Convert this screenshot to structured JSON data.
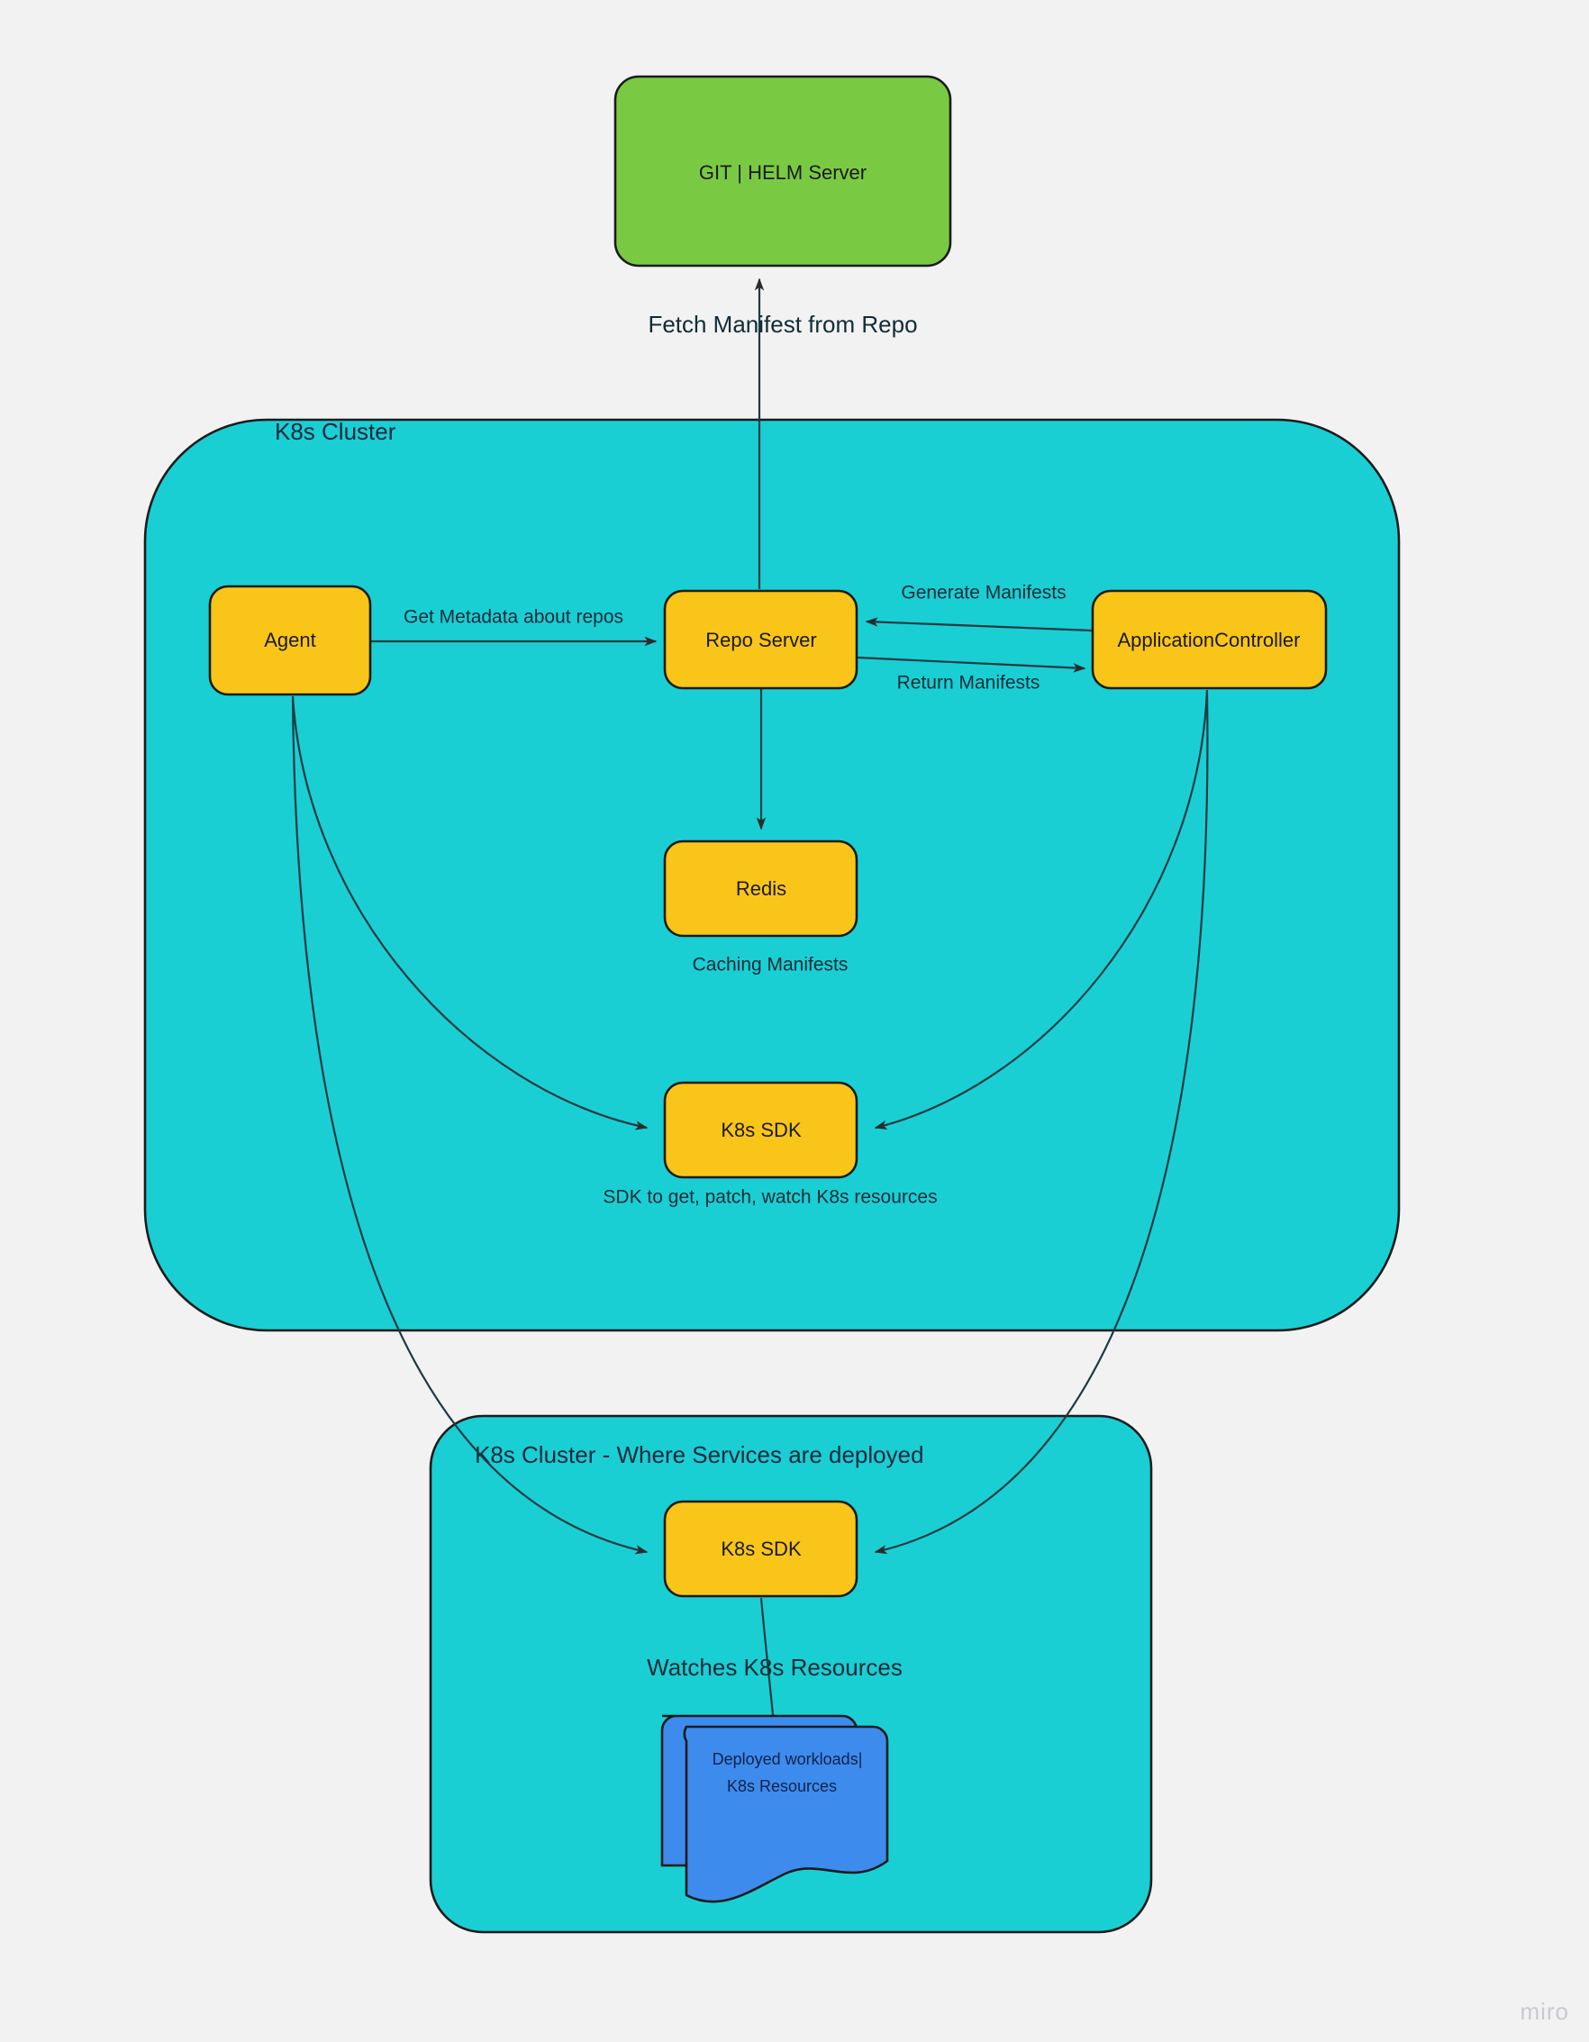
{
  "canvas": {
    "background": "#f2f2f2",
    "watermark": "miro"
  },
  "palette": {
    "git_server_fill": "#7ac943",
    "cluster_fill": "#19cfd4",
    "node_fill": "#f9c518",
    "workload_fill": "#3d8bed",
    "stroke": "#1b1b1b",
    "edge_stroke": "#1d3b42",
    "text": "#132b36"
  },
  "nodes": {
    "git_helm_server": {
      "label": "GIT | HELM Server"
    },
    "agent": {
      "label": "Agent"
    },
    "repo_server": {
      "label": "Repo Server"
    },
    "application_controller": {
      "label": "ApplicationController"
    },
    "redis": {
      "label": "Redis",
      "caption": "Caching Manifests"
    },
    "k8s_sdk_upper": {
      "label": "K8s SDK",
      "caption": "SDK to get, patch, watch K8s resources"
    },
    "k8s_sdk_lower": {
      "label": "K8s SDK"
    },
    "deployed_workloads": {
      "line1": "Deployed workloads|",
      "line2": "K8s Resources"
    }
  },
  "groups": {
    "cluster_upper": {
      "title": "K8s Cluster"
    },
    "cluster_lower": {
      "title": "K8s Cluster - Where Services are deployed"
    }
  },
  "edges": {
    "fetch_manifest": {
      "label": "Fetch Manifest from Repo"
    },
    "get_metadata": {
      "label": "Get Metadata about repos"
    },
    "generate_manifests": {
      "label": "Generate Manifests"
    },
    "return_manifests": {
      "label": "Return Manifests"
    },
    "watches_resources": {
      "label": "Watches K8s Resources"
    }
  }
}
